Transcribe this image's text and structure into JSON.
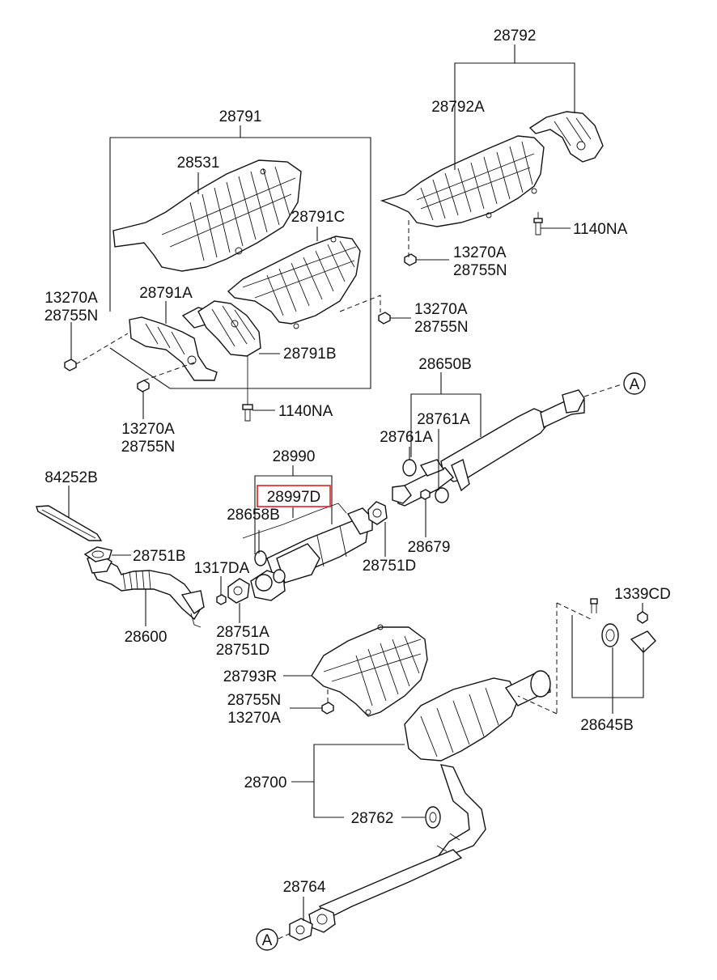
{
  "labels": {
    "l28792": "28792",
    "l28792A": "28792A",
    "l28791": "28791",
    "l28531": "28531",
    "l28791C": "28791C",
    "l1140NA_top": "1140NA",
    "l13270A_r1": "13270A",
    "l28755N_r1": "28755N",
    "l13270A_left": "13270A",
    "l28755N_left": "28755N",
    "l28791A": "28791A",
    "l13270A_mid": "13270A",
    "l28755N_mid": "28755N",
    "l28791B": "28791B",
    "l1140NA_mid": "1140NA",
    "l13270A_bot": "13270A",
    "l28755N_bot": "28755N",
    "l28650B": "28650B",
    "l28761A_1": "28761A",
    "l28761A_2": "28761A",
    "l28990": "28990",
    "l28997D": "28997D",
    "l28658B": "28658B",
    "l84252B": "84252B",
    "l28751B": "28751B",
    "l1317DA": "1317DA",
    "l28679": "28679",
    "l28751D_r": "28751D",
    "l28600": "28600",
    "l28751A": "28751A",
    "l28751D": "28751D",
    "l1339CD": "1339CD",
    "l28793R": "28793R",
    "l28755N_b": "28755N",
    "l13270A_b": "13270A",
    "l28645B": "28645B",
    "l28700": "28700",
    "l28762": "28762",
    "l28764": "28764",
    "circleA_top": "A",
    "circleA_bottom": "A"
  },
  "colors": {
    "highlight": "#e0201e",
    "line": "#111111"
  }
}
